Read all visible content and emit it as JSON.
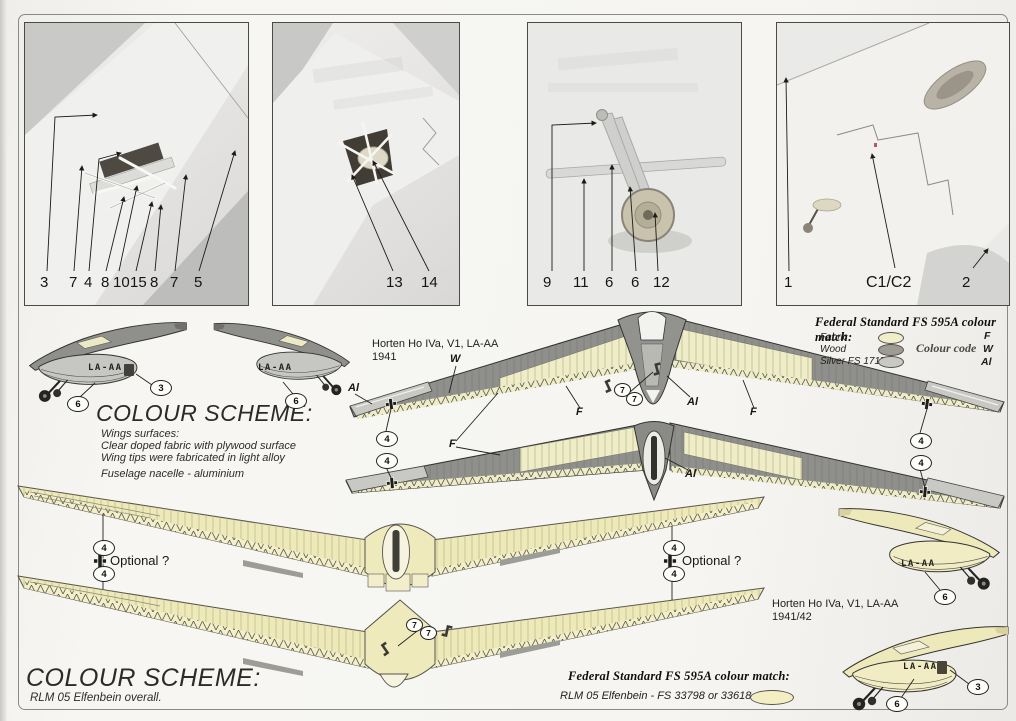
{
  "page": {
    "background": "#f6f5f0"
  },
  "photos": [
    {
      "numbers": [
        "3",
        "7",
        "4",
        "8",
        "10",
        "15",
        "8",
        "7",
        "5"
      ]
    },
    {
      "numbers": [
        "13",
        "14"
      ]
    },
    {
      "numbers": [
        "9",
        "11",
        "6",
        "6",
        "12"
      ]
    },
    {
      "numbers": [
        "1",
        "C1/C2",
        "2"
      ]
    }
  ],
  "colour_scheme_top": {
    "title": "COLOUR SCHEME:",
    "line1": "Wings surfaces:",
    "line2": "Clear doped fabric with plywood surface",
    "line3": "Wing tips were fabricated in light alloy",
    "line4": "Fuselage nacelle - aluminium"
  },
  "colour_scheme_bottom": {
    "title": "COLOUR SCHEME:",
    "line1": "RLM 05 Elfenbein overall."
  },
  "fs_legend_top": {
    "title": "Federal Standard FS 595A colour match:",
    "colour_code_label": "Colour code",
    "rows": [
      {
        "label": "Fabric",
        "code": "F",
        "swatch": "#f0edca"
      },
      {
        "label": "Wood",
        "code": "W",
        "swatch": "#9e9b94"
      },
      {
        "label": "Silver FS 17178",
        "code": "Al",
        "swatch": "#c8c8c5"
      }
    ]
  },
  "fs_legend_bottom": {
    "title": "Federal Standard FS 595A colour match:",
    "text": "RLM 05 Elfenbein - FS 33798 or 33618",
    "swatch": "#f3efc2"
  },
  "variant_top": {
    "line1": "Horten Ho IVa, V1, LA-AA",
    "line2": "1941"
  },
  "variant_bottom": {
    "line1": "Horten Ho IVa, V1, LA-AA",
    "line2": "1941/42"
  },
  "labels": {
    "w": "W",
    "f": "F",
    "al": "Al",
    "optional": "Optional ?",
    "registration": "LA-AA"
  },
  "callouts": {
    "c3": "3",
    "c4": "4",
    "c6": "6",
    "c7": "7"
  },
  "colors": {
    "wood_grey": "#8f8f8b",
    "fabric_cream": "#efecc8",
    "silver": "#c8c8c5",
    "rlm05_cream": "#eee9b8",
    "paper": "#f6f5f0",
    "ink": "#1d1d1a"
  }
}
